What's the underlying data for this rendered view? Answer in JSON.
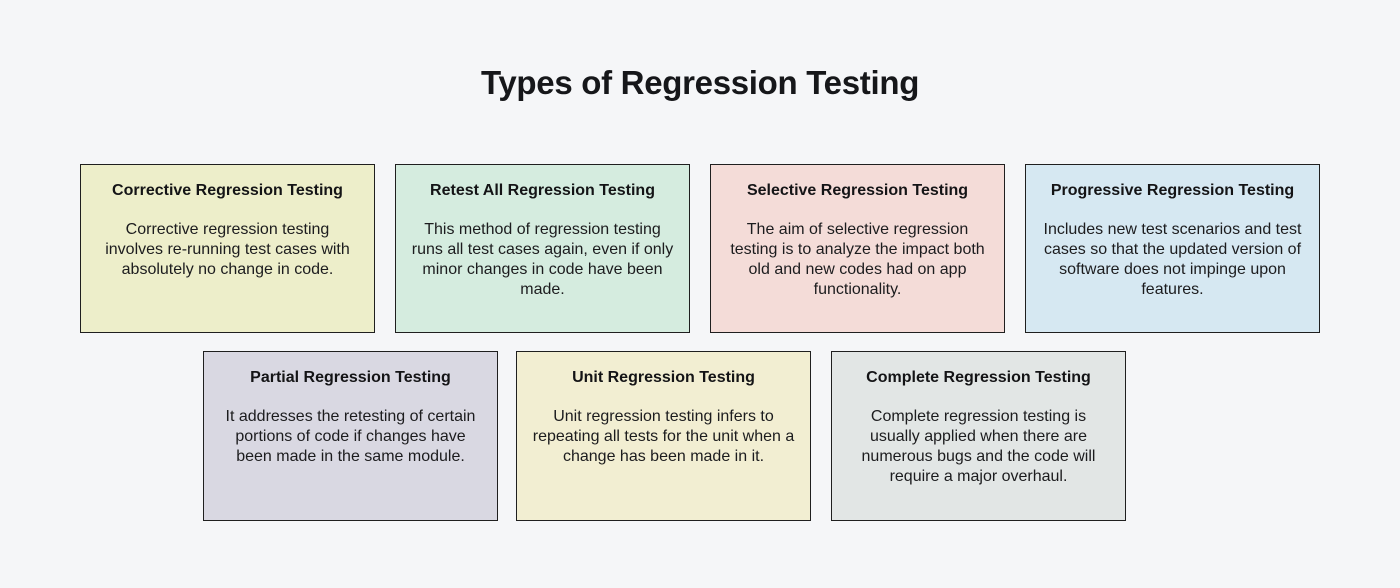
{
  "page": {
    "title": "Types of Regression Testing",
    "background": "#f5f6f8",
    "card_border_color": "#1f1f1f",
    "text_color": "#1c1c1e"
  },
  "cards": [
    {
      "title": "Corrective Regression Testing",
      "body": "Corrective regression testing involves re-running test cases with absolutely no change in code.",
      "color": "#edeeca"
    },
    {
      "title": "Retest All Regression Testing",
      "body": "This method of regression testing runs all test cases again, even if only minor changes in code have been made.",
      "color": "#d5ecdf"
    },
    {
      "title": "Selective Regression Testing",
      "body": "The aim of selective regression testing is to analyze the impact both old and new codes had on app functionality.",
      "color": "#f4dcd8"
    },
    {
      "title": "Progressive Regression Testing",
      "body": "Includes new test scenarios and test cases so that the updated version of software does not impinge upon features.",
      "color": "#d6e8f2"
    },
    {
      "title": "Partial Regression Testing",
      "body": "It addresses the retesting of certain portions of code if changes have been made in the same module.",
      "color": "#d9d8e2"
    },
    {
      "title": "Unit Regression Testing",
      "body": "Unit regression testing infers to repeating all tests for the unit when a change has been made in it.",
      "color": "#f2eed2"
    },
    {
      "title": "Complete Regression Testing",
      "body": "Complete regression testing is usually applied when there are numerous bugs and the code will require a major overhaul.",
      "color": "#e2e6e5"
    }
  ]
}
